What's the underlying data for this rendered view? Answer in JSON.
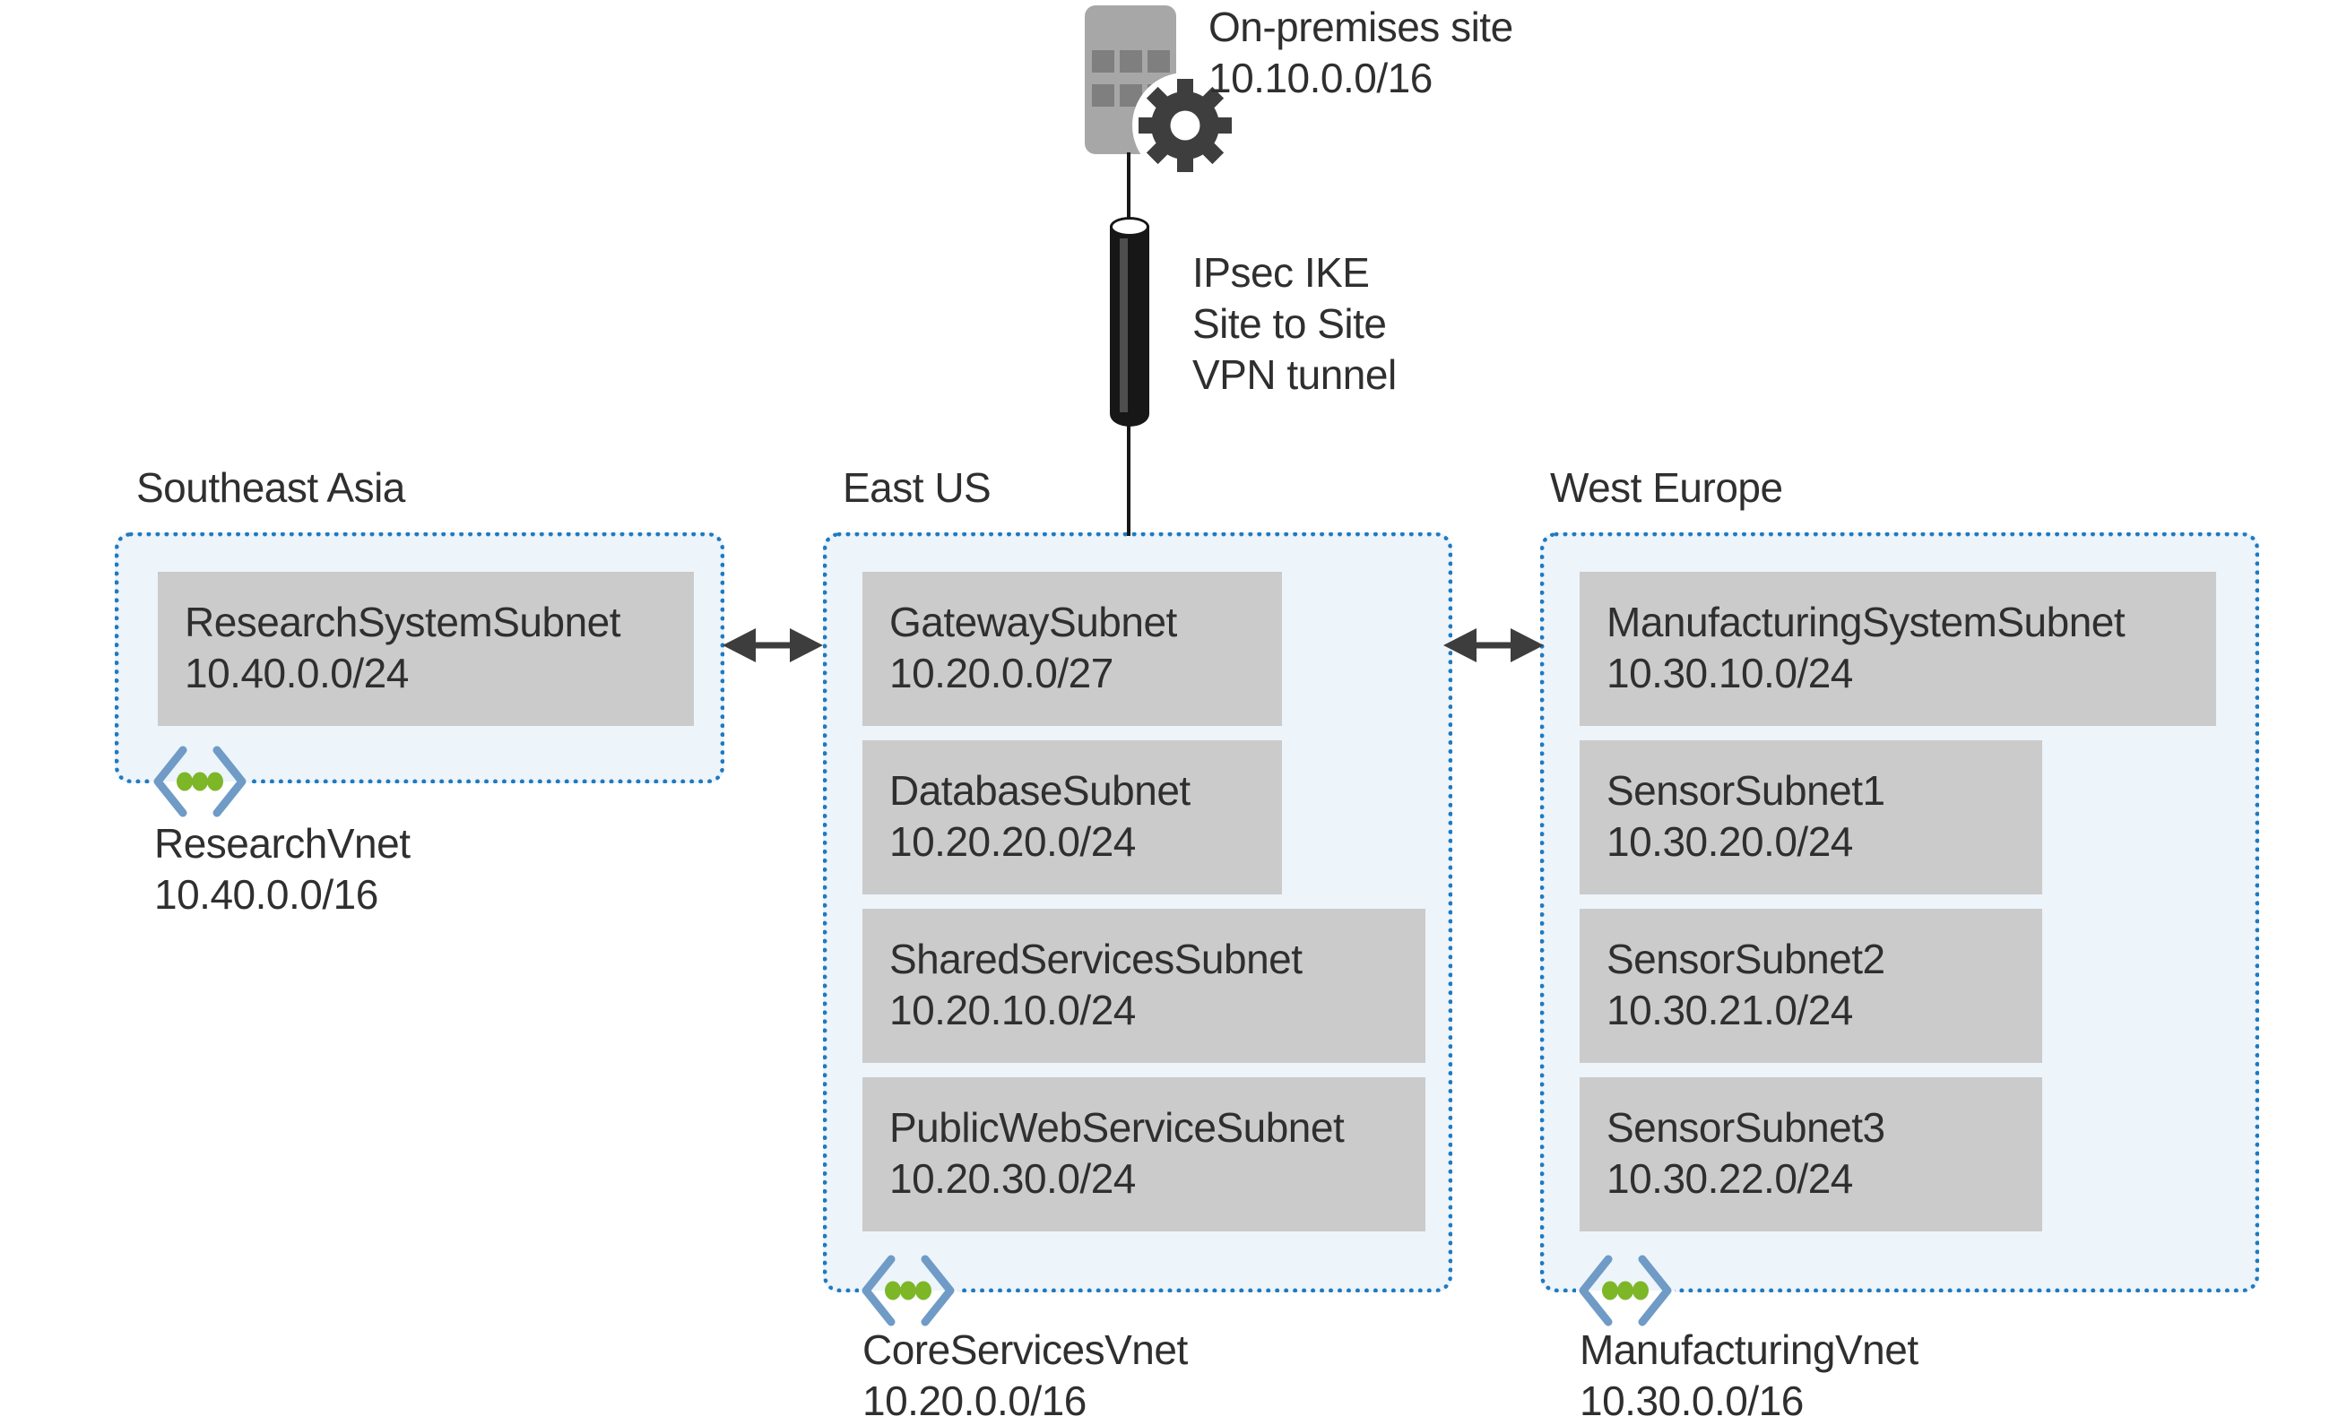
{
  "colors": {
    "vnet_border": "#1f7ac0",
    "vnet_fill": "#edf4fa",
    "subnet_fill": "#cbcbcb",
    "text": "#2f2f2f",
    "arrow": "#3d3d3d",
    "chevron": "#6f9bc6",
    "dot_green": "#7db728",
    "building": "#a7a7a7",
    "building_window": "#7f7f7f",
    "dark_icon": "#3e3e3e"
  },
  "onprem": {
    "label": "On-premises site",
    "cidr": "10.10.0.0/16"
  },
  "tunnel": {
    "lines": [
      "IPsec IKE",
      "Site to Site",
      "VPN tunnel"
    ]
  },
  "vnets": [
    {
      "region": "Southeast Asia",
      "name": "ResearchVnet",
      "cidr": "10.40.0.0/16",
      "subnets": [
        {
          "name": "ResearchSystemSubnet",
          "cidr": "10.40.0.0/24"
        }
      ]
    },
    {
      "region": "East US",
      "name": "CoreServicesVnet",
      "cidr": "10.20.0.0/16",
      "subnets": [
        {
          "name": "GatewaySubnet",
          "cidr": "10.20.0.0/27"
        },
        {
          "name": "DatabaseSubnet",
          "cidr": "10.20.20.0/24"
        },
        {
          "name": "SharedServicesSubnet",
          "cidr": "10.20.10.0/24"
        },
        {
          "name": "PublicWebServiceSubnet",
          "cidr": "10.20.30.0/24"
        }
      ]
    },
    {
      "region": "West Europe",
      "name": "ManufacturingVnet",
      "cidr": "10.30.0.0/16",
      "subnets": [
        {
          "name": "ManufacturingSystemSubnet",
          "cidr": "10.30.10.0/24"
        },
        {
          "name": "SensorSubnet1",
          "cidr": "10.30.20.0/24"
        },
        {
          "name": "SensorSubnet2",
          "cidr": "10.30.21.0/24"
        },
        {
          "name": "SensorSubnet3",
          "cidr": "10.30.22.0/24"
        }
      ]
    }
  ]
}
